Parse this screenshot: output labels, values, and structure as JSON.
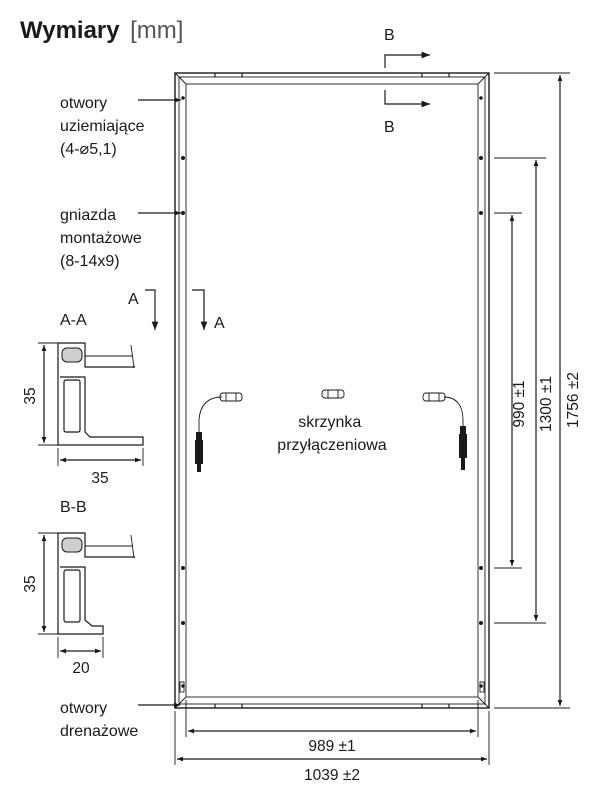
{
  "title": {
    "main": "Wymiary",
    "unit": "[mm]"
  },
  "labels": {
    "grounding_holes": [
      "otwory",
      "uziemiające",
      "(4-⌀5,1)"
    ],
    "mounting_slots": [
      "gniazda",
      "montażowe",
      "(8-14x9)"
    ],
    "drain_holes": [
      "otwory",
      "drenażowe"
    ],
    "junction_box": [
      "skrzynka",
      "przyłączeniowa"
    ]
  },
  "sections": {
    "a": {
      "name": "A-A",
      "height": "35",
      "width": "35",
      "marker": "A"
    },
    "b": {
      "name": "B-B",
      "height": "35",
      "width": "20",
      "marker": "B"
    }
  },
  "dimensions": {
    "inner_width": "989 ±1",
    "outer_width": "1039 ±2",
    "d990": "990 ±1",
    "d1300": "1300 ±1",
    "d1756": "1756 ±2"
  }
}
